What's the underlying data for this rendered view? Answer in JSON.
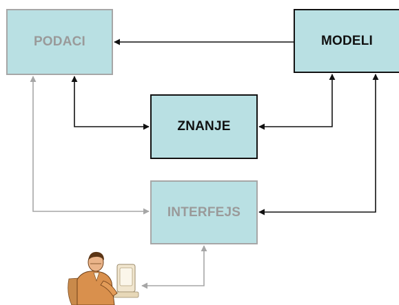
{
  "nodes": {
    "podaci": "PODACI",
    "modeli": "MODELI",
    "znanje": "ZNANJE",
    "interfejs": "INTERFEJS"
  },
  "colors": {
    "box_fill": "#b9e0e3",
    "dark_stroke": "#111111",
    "light_stroke": "#a6a6a6",
    "light_text": "#9a9a9a"
  },
  "icons": {
    "user": "person-at-computer-icon"
  }
}
